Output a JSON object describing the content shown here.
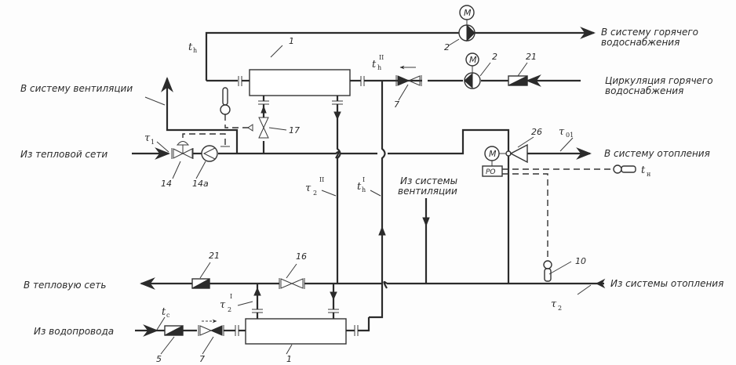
{
  "diagram": {
    "title": "Схема теплового пункта с подогревателями горячего водоснабжения",
    "flows": {
      "to_ventilation": "В систему вентиляции",
      "from_heat_network": "Из тепловой сети",
      "to_hot_water_line1": "В систему горячего",
      "to_hot_water_line2": "водоснабжения",
      "hw_circulation_line1": "Циркуляция горячего",
      "hw_circulation_line2": "водоснабжения",
      "to_heating": "В систему отопления",
      "from_ventilation_line1": "Из системы",
      "from_ventilation_line2": "вентиляции",
      "to_heat_network": "В тепловую сеть",
      "from_heating": "Из системы отопления",
      "from_water_supply": "Из водопровода"
    },
    "symbols": {
      "tau1": "τ",
      "tau1_sub": "1",
      "tau01": "τ",
      "tau01_sub": "01",
      "tau2": "τ",
      "tau2_sub": "2",
      "tau2_II": "τ",
      "tau2_II_sub": "2",
      "tau2_II_sup": "II",
      "tau2_I": "τ",
      "tau2_I_sub": "2",
      "tau2_I_sup": "I",
      "th": "t",
      "th_sub": "h",
      "th_I": "t",
      "th_I_sub": "h",
      "th_I_sup": "I",
      "th_II": "t",
      "th_II_sub": "h",
      "th_II_sup": "II",
      "tc": "t",
      "tc_sub": "c",
      "tn": "t",
      "tn_sub": "н"
    },
    "components": {
      "heater_top": "1",
      "heater_bottom": "1",
      "pump_top": "2",
      "pump_circ": "2",
      "filter_circ": "21",
      "filter_return": "21",
      "check_valve_top": "7",
      "check_valve_bottom": "7",
      "regulator": "14",
      "flowmeter": "14а",
      "valve_17": "17",
      "pump_mixer": "26",
      "valve_16": "16",
      "filter_water": "5",
      "sensor_10": "10",
      "motor_label": "M",
      "regulator_box": "РО"
    }
  }
}
